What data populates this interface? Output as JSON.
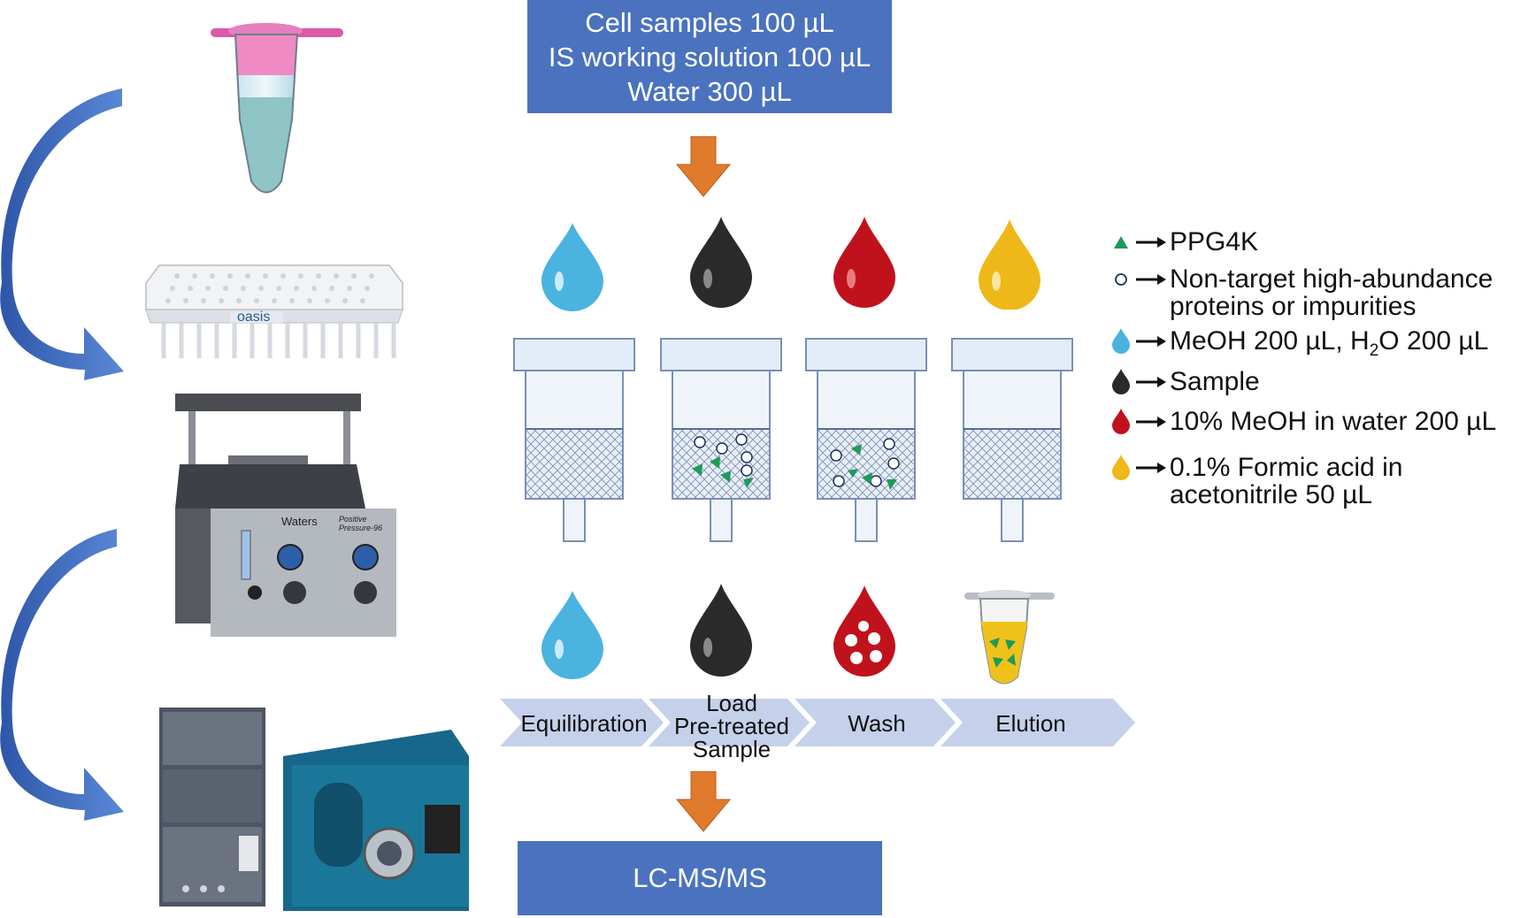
{
  "top_box": {
    "line1": "Cell samples 100 µL",
    "line2": "IS working solution 100 µL",
    "line3": "Water 300 µL"
  },
  "bottom_box": {
    "label": "LC-MS/MS"
  },
  "steps": [
    {
      "label": "Equilibration"
    },
    {
      "label": "Load\nPre-treated\nSample"
    },
    {
      "label": "Wash"
    },
    {
      "label": "Elution"
    }
  ],
  "legend": [
    {
      "symbol": "green-triangle",
      "text": "PPG4K"
    },
    {
      "symbol": "white-circle",
      "text": "Non-target high-abundance\nproteins or impurities"
    },
    {
      "symbol": "blue-drop",
      "text_pre": "MeOH 200 µL, H",
      "text_sub": "2",
      "text_post": "O 200 µL"
    },
    {
      "symbol": "black-drop",
      "text": "Sample"
    },
    {
      "symbol": "red-drop",
      "text": "10% MeOH in water 200 µL"
    },
    {
      "symbol": "yellow-drop",
      "text": "0.1% Formic acid in\nacetonitrile 50 µL"
    }
  ],
  "equipment": {
    "plate_brand": "oasis",
    "processor_brand": "Waters",
    "processor_model": "Positive Pressure-96"
  },
  "colors": {
    "box_blue": "#4a72bf",
    "arrow_orange": "#e07a2c",
    "step_band": "#c5d1ea",
    "drop_blue": "#4ab3e0",
    "drop_black": "#2a2a2a",
    "drop_red": "#c0121c",
    "drop_yellow": "#efb819",
    "curve_blue": "#3a66bf"
  }
}
